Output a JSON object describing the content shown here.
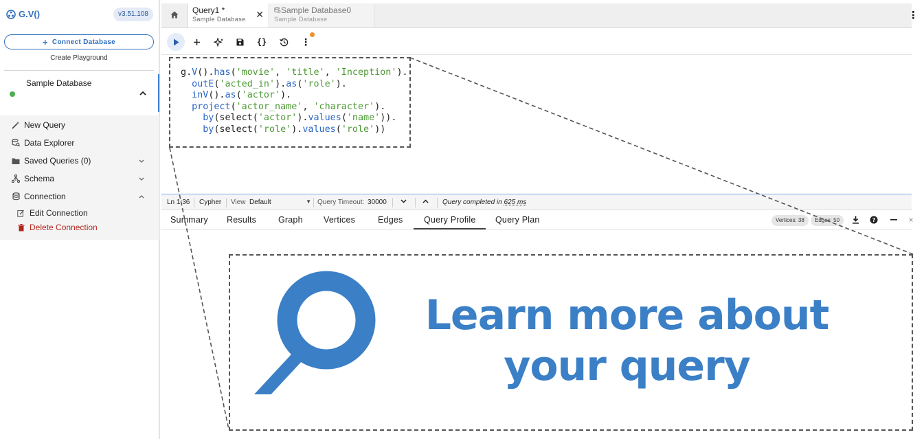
{
  "app": {
    "logo_text": "G.V()",
    "version": "v3.51.108"
  },
  "sidebar": {
    "connect_label": "Connect Database",
    "create_playground": "Create Playground",
    "database_name": "Sample Database",
    "status_color": "#4caf50",
    "items": [
      {
        "label": "New Query",
        "icon": "magic-wand-icon"
      },
      {
        "label": "Data Explorer",
        "icon": "database-search-icon"
      },
      {
        "label": "Saved Queries (0)",
        "icon": "folder-icon"
      },
      {
        "label": "Schema",
        "icon": "schema-icon"
      },
      {
        "label": "Connection",
        "icon": "database-icon"
      }
    ],
    "sub_items": [
      {
        "label": "Edit Connection",
        "icon": "edit-icon"
      },
      {
        "label": "Delete Connection",
        "icon": "trash-icon",
        "color": "#b3261e"
      }
    ]
  },
  "tabs": [
    {
      "title": "Query1 *",
      "subtitle": "Sample Database",
      "active": true
    },
    {
      "title": "Sample Database0",
      "subtitle": "Sample Database",
      "active": false
    }
  ],
  "editor": {
    "lines": [
      [
        [
          "g",
          "g"
        ],
        [
          ".",
          "g"
        ],
        [
          "V",
          "b"
        ],
        [
          "()",
          "g"
        ],
        [
          ".",
          "g"
        ],
        [
          "has",
          "b"
        ],
        [
          "(",
          "g"
        ],
        [
          "'movie'",
          "s"
        ],
        [
          ", ",
          "g"
        ],
        [
          "'title'",
          "s"
        ],
        [
          ", ",
          "g"
        ],
        [
          "'Inception'",
          "s"
        ],
        [
          ").",
          "g"
        ]
      ],
      [
        [
          "  ",
          "g"
        ],
        [
          "outE",
          "b"
        ],
        [
          "(",
          "g"
        ],
        [
          "'acted_in'",
          "s"
        ],
        [
          ").",
          "g"
        ],
        [
          "as",
          "b"
        ],
        [
          "(",
          "g"
        ],
        [
          "'role'",
          "s"
        ],
        [
          ").",
          "g"
        ]
      ],
      [
        [
          "  ",
          "g"
        ],
        [
          "inV",
          "b"
        ],
        [
          "().",
          "g"
        ],
        [
          "as",
          "b"
        ],
        [
          "(",
          "g"
        ],
        [
          "'actor'",
          "s"
        ],
        [
          ").",
          "g"
        ]
      ],
      [
        [
          "  ",
          "g"
        ],
        [
          "project",
          "b"
        ],
        [
          "(",
          "g"
        ],
        [
          "'actor_name'",
          "s"
        ],
        [
          ", ",
          "g"
        ],
        [
          "'character'",
          "s"
        ],
        [
          ").",
          "g"
        ]
      ],
      [
        [
          "    ",
          "g"
        ],
        [
          "by",
          "b"
        ],
        [
          "(select(",
          "g"
        ],
        [
          "'actor'",
          "s"
        ],
        [
          ").",
          "g"
        ],
        [
          "values",
          "b"
        ],
        [
          "(",
          "g"
        ],
        [
          "'name'",
          "s"
        ],
        [
          ")).",
          "g"
        ]
      ],
      [
        [
          "    ",
          "g"
        ],
        [
          "by",
          "b"
        ],
        [
          "(select(",
          "g"
        ],
        [
          "'role'",
          "s"
        ],
        [
          ").",
          "g"
        ],
        [
          "values",
          "b"
        ],
        [
          "(",
          "g"
        ],
        [
          "'role'",
          "s"
        ],
        [
          "))",
          "g"
        ]
      ]
    ]
  },
  "status": {
    "position": "Ln 1:36",
    "language": "Cypher",
    "view_label": "View",
    "view_value": "Default",
    "timeout_label": "Query Timeout:",
    "timeout_value": "30000",
    "completed_prefix": "Query completed in",
    "completed_time": "625 ms"
  },
  "result_tabs": {
    "items": [
      "Summary",
      "Results",
      "Graph",
      "Vertices",
      "Edges",
      "Query Profile",
      "Query Plan"
    ],
    "active": "Query Profile",
    "vertices_chip": "Vertices: 38",
    "edges_chip": "Edges: 50"
  },
  "banner": {
    "text": "Learn more about your query",
    "color": "#3b7fc6"
  }
}
